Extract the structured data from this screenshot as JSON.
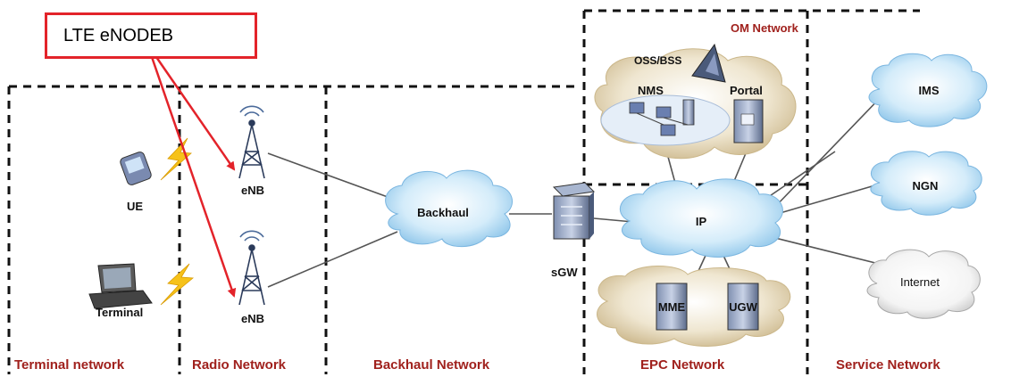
{
  "callout": {
    "label": "LTE eNODEB"
  },
  "sections": {
    "terminal": "Terminal network",
    "radio": "Radio Network",
    "backhaul": "Backhaul Network",
    "epc": "EPC Network",
    "service": "Service Network",
    "om": "OM Network"
  },
  "nodes": {
    "ue": "UE",
    "terminal": "Terminal",
    "enb1": "eNB",
    "enb2": "eNB",
    "backhaul": "Backhaul",
    "sgw": "sGW",
    "ip": "IP",
    "mme": "MME",
    "ugw": "UGW",
    "nms": "NMS",
    "oss": "OSS/BSS",
    "portal": "Portal",
    "ims": "IMS",
    "ngn": "NGN",
    "internet": "Internet"
  },
  "colors": {
    "callout_border": "#e3232a",
    "arrow": "#e3232a",
    "section_label": "#a0211d",
    "cloud_blue": "#c9e6f7",
    "cloud_tan": "#e8dcc0"
  }
}
